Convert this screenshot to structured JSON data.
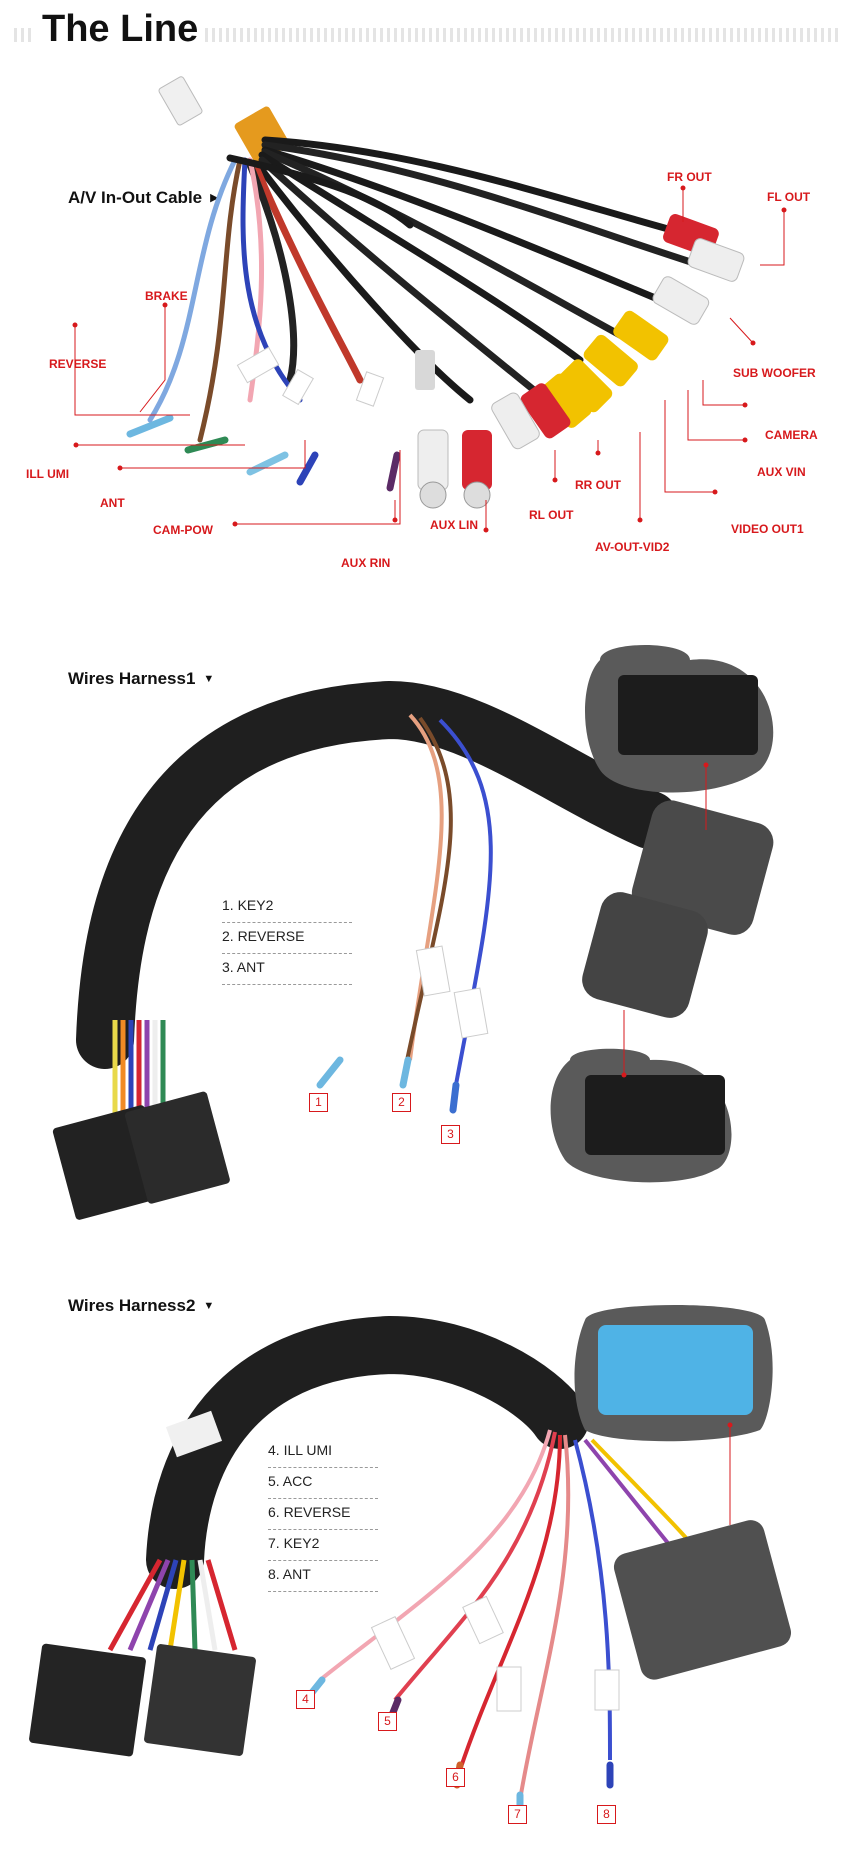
{
  "header": {
    "title": "The Line"
  },
  "sections": {
    "av": {
      "title": "A/V In-Out Cable"
    },
    "h1": {
      "title": "Wires Harness1"
    },
    "h2": {
      "title": "Wires Harness2"
    }
  },
  "callouts": {
    "fr_out": "FR OUT",
    "fl_out": "FL OUT",
    "sub_woofer": "SUB WOOFER",
    "camera": "CAMERA",
    "aux_vin": "AUX VIN",
    "video_out1": "VIDEO OUT1",
    "av_out_vid2": "AV-OUT-VID2",
    "rr_out": "RR OUT",
    "rl_out": "RL OUT",
    "aux_lin": "AUX LIN",
    "aux_rin": "AUX RIN",
    "cam_pow": "CAM-POW",
    "ant": "ANT",
    "ill_umi": "ILL UMI",
    "reverse": "REVERSE",
    "brake": "BRAKE"
  },
  "harness1": {
    "items": [
      "1. KEY2",
      "2. REVERSE",
      "3. ANT"
    ],
    "numbers": [
      "1",
      "2",
      "3"
    ]
  },
  "harness2": {
    "items": [
      "4. ILL UMI",
      "5. ACC",
      "6. REVERSE",
      "7. KEY2",
      "8. ANT"
    ],
    "numbers": [
      "4",
      "5",
      "6",
      "7",
      "8"
    ]
  },
  "colors": {
    "callout_red": "#d7191c",
    "rca_red": "#d62630",
    "rca_white": "#eeeeee",
    "rca_yellow": "#f2c200",
    "sleeve": "#1d1d1d",
    "foam": "#555555",
    "blue_connector": "#4fb3e6"
  }
}
